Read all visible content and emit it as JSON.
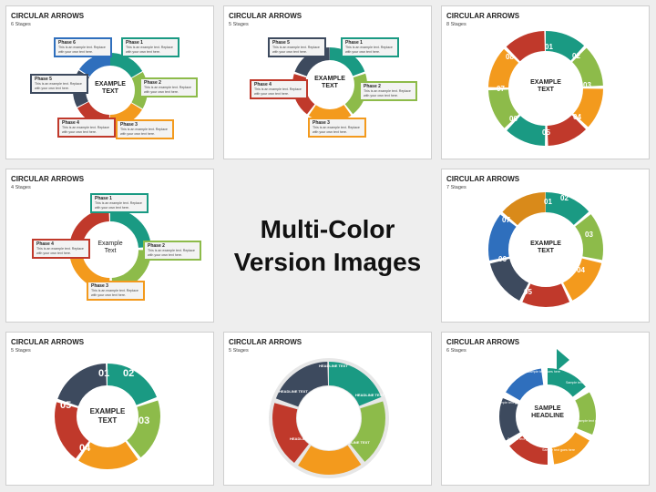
{
  "headline": {
    "line1": "Multi-Color",
    "line2": "Version Images"
  },
  "colors": {
    "teal": "#1a9a83",
    "green": "#8dbb4a",
    "orange": "#f39a1d",
    "red": "#c0392b",
    "navy": "#3d4a5e",
    "blue": "#2f6fbd",
    "amber": "#d98a1a"
  },
  "slides": [
    {
      "title": "CIRCULAR ARROWS",
      "subtitle": "6 Stages",
      "center": "EXAMPLE TEXT",
      "phases": [
        {
          "label": "Phase 6",
          "desc": "This is an example text. Replace with your own text here."
        },
        {
          "label": "Phase 1",
          "desc": "This is an example text. Replace with your own text here."
        },
        {
          "label": "Phase 5",
          "desc": "This is an example text. Replace with your own text here."
        },
        {
          "label": "Phase 2",
          "desc": "This is an example text. Replace with your own text here."
        },
        {
          "label": "Phase 4",
          "desc": "This is an example text. Replace with your own text here."
        },
        {
          "label": "Phase 3",
          "desc": "This is an example text. Replace with your own text here."
        }
      ]
    },
    {
      "title": "CIRCULAR ARROWS",
      "subtitle": "5 Stages",
      "center": "EXAMPLE TEXT",
      "phases": [
        {
          "label": "Phase 5",
          "desc": "This is an example text. Replace with your own text here."
        },
        {
          "label": "Phase 1",
          "desc": "This is an example text. Replace with your own text here."
        },
        {
          "label": "Phase 4",
          "desc": "This is an example text. Replace with your own text here."
        },
        {
          "label": "Phase 2",
          "desc": "This is an example text. Replace with your own text here."
        },
        {
          "label": "Phase 3",
          "desc": "This is an example text. Replace with your own text here."
        }
      ]
    },
    {
      "title": "CIRCULAR ARROWS",
      "subtitle": "8 Stages",
      "center": "EXAMPLE TEXT",
      "numbers": [
        "01",
        "02",
        "03",
        "04",
        "05",
        "06",
        "07",
        "08"
      ]
    },
    {
      "title": "CIRCULAR ARROWS",
      "subtitle": "4 Stages",
      "center": "Example Text",
      "phases": [
        {
          "label": "Phase 1",
          "desc": "This is an example text. Replace with your own text here."
        },
        {
          "label": "Phase 4",
          "desc": "This is an example text. Replace with your own text here."
        },
        {
          "label": "Phase 2",
          "desc": "This is an example text. Replace with your own text here."
        },
        {
          "label": "Phase 3",
          "desc": "This is an example text. Replace with your own text here."
        }
      ]
    },
    {
      "title": "CIRCULAR ARROWS",
      "subtitle": "7 Stages",
      "center": "EXAMPLE TEXT",
      "numbers": [
        "01",
        "02",
        "03",
        "04",
        "05",
        "06",
        "07"
      ]
    },
    {
      "title": "CIRCULAR ARROWS",
      "subtitle": "5 Stages",
      "center": "EXAMPLE TEXT",
      "numbers": [
        "01",
        "02",
        "03",
        "04",
        "05"
      ]
    },
    {
      "title": "CIRCULAR ARROWS",
      "subtitle": "5 Stages",
      "labels": [
        "HEADLINE TEXT",
        "HEADLINE TEXT",
        "HEADLINE TEXT",
        "HEADLINE TEXT",
        "HEADLINE TEXT"
      ]
    },
    {
      "title": "CIRCULAR ARROWS",
      "subtitle": "6 Stages",
      "center": "SAMPLE HEADLINE",
      "items": [
        "Sample text goes here",
        "Sample text goes here",
        "Sample text goes here",
        "Sample text goes here",
        "Sample text goes here",
        "Sample text goes here"
      ]
    }
  ]
}
